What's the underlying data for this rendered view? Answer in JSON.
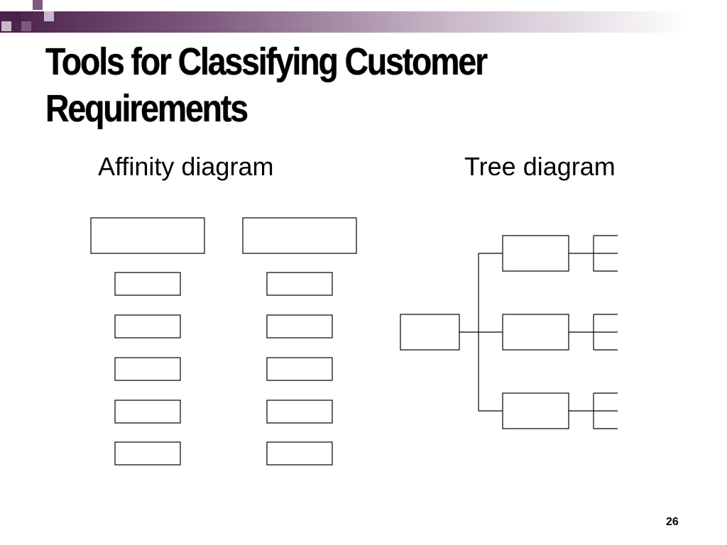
{
  "slide": {
    "title_line1": "Tools for Classifying Customer",
    "title_line2": "Requirements",
    "affinity_label": "Affinity diagram",
    "tree_label": "Tree diagram",
    "page_number": "26"
  },
  "colors": {
    "accent_dark": "#4a1f4a",
    "accent_mid": "#7e5a7e",
    "accent_light": "#c9b8c9",
    "stroke": "#000000"
  }
}
